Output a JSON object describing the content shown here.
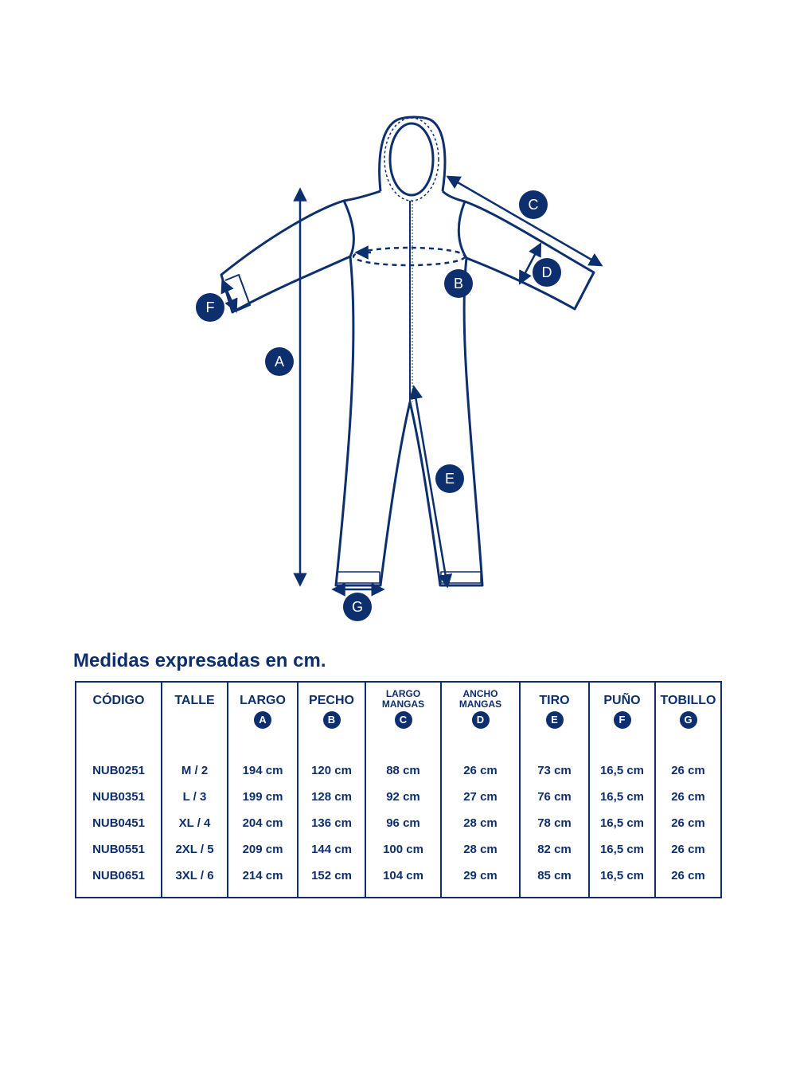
{
  "diagram": {
    "labels": {
      "a": "A",
      "b": "B",
      "c": "C",
      "d": "D",
      "e": "E",
      "f": "F",
      "g": "G"
    }
  },
  "caption": "Medidas expresadas en cm.",
  "table": {
    "headers": [
      {
        "line1": "CÓDIGO",
        "line2": "",
        "letter": ""
      },
      {
        "line1": "TALLE",
        "line2": "",
        "letter": ""
      },
      {
        "line1": "LARGO",
        "line2": "",
        "letter": "A"
      },
      {
        "line1": "PECHO",
        "line2": "",
        "letter": "B"
      },
      {
        "line1": "LARGO",
        "line2": "MANGAS",
        "letter": "C"
      },
      {
        "line1": "ANCHO",
        "line2": "MANGAS",
        "letter": "D"
      },
      {
        "line1": "TIRO",
        "line2": "",
        "letter": "E"
      },
      {
        "line1": "PUÑO",
        "line2": "",
        "letter": "F"
      },
      {
        "line1": "TOBILLO",
        "line2": "",
        "letter": "G"
      }
    ],
    "rows": [
      [
        "NUB0251",
        "M / 2",
        "194 cm",
        "120 cm",
        "88 cm",
        "26 cm",
        "73 cm",
        "16,5 cm",
        "26 cm"
      ],
      [
        "NUB0351",
        "L / 3",
        "199 cm",
        "128 cm",
        "92 cm",
        "27 cm",
        "76 cm",
        "16,5 cm",
        "26 cm"
      ],
      [
        "NUB0451",
        "XL / 4",
        "204 cm",
        "136 cm",
        "96 cm",
        "28 cm",
        "78 cm",
        "16,5 cm",
        "26 cm"
      ],
      [
        "NUB0551",
        "2XL / 5",
        "209 cm",
        "144 cm",
        "100 cm",
        "28 cm",
        "82 cm",
        "16,5 cm",
        "26 cm"
      ],
      [
        "NUB0651",
        "3XL / 6",
        "214 cm",
        "152 cm",
        "104 cm",
        "29 cm",
        "85 cm",
        "16,5 cm",
        "26 cm"
      ]
    ]
  },
  "colors": {
    "primary": "#0d2f6e",
    "background": "#ffffff"
  }
}
